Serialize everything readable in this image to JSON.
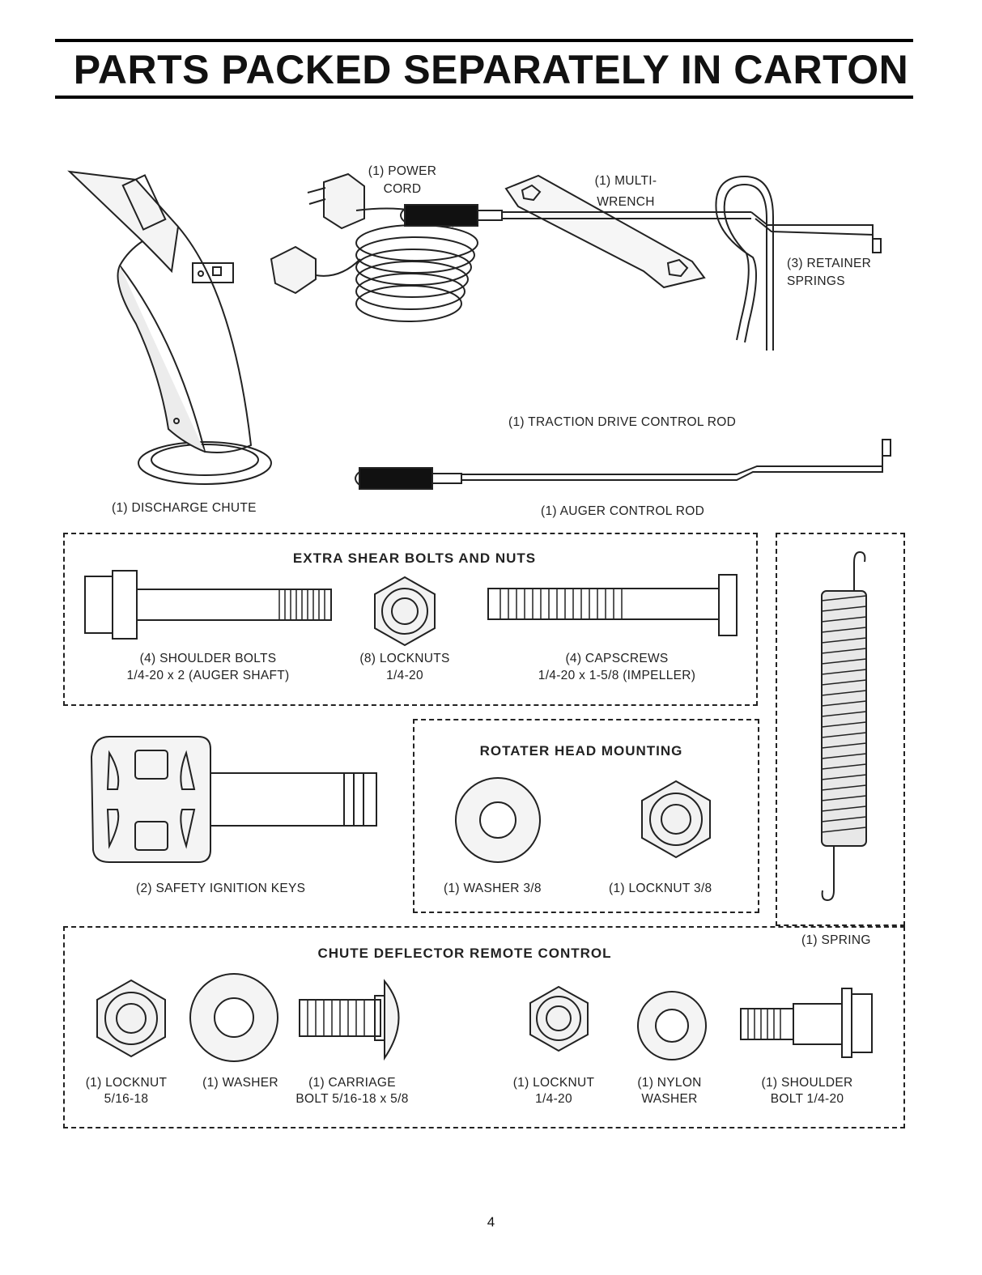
{
  "title": "PARTS PACKED SEPARATELY IN CARTON",
  "page_number": "4",
  "top_parts": {
    "power_cord": [
      "(1) POWER",
      "CORD"
    ],
    "multi_wrench": [
      "(1) MULTI-",
      "WRENCH"
    ],
    "retainer_springs": [
      "(3) RETAINER",
      "SPRINGS"
    ],
    "traction_rod": "(1) TRACTION DRIVE CONTROL ROD",
    "discharge_chute": "(1) DISCHARGE CHUTE",
    "auger_rod": "(1) AUGER CONTROL ROD"
  },
  "extra_shear": {
    "heading": "EXTRA SHEAR BOLTS AND NUTS",
    "shoulder_bolts": [
      "(4) SHOULDER BOLTS",
      "1/4-20 x 2 (AUGER SHAFT)"
    ],
    "locknuts": [
      "(8) LOCKNUTS",
      "1/4-20"
    ],
    "capscrews": [
      "(4) CAPSCREWS",
      "1/4-20 x 1-5/8 (IMPELLER)"
    ]
  },
  "ignition_keys": "(2) SAFETY IGNITION KEYS",
  "rotater": {
    "heading": "ROTATER HEAD MOUNTING",
    "washer": "(1) WASHER  3/8",
    "locknut": "(1) LOCKNUT  3/8"
  },
  "spring": "(1) SPRING",
  "chute_deflector": {
    "heading": "CHUTE DEFLECTOR REMOTE CONTROL",
    "locknut_516": [
      "(1) LOCKNUT",
      "5/16-18"
    ],
    "washer": [
      "(1) WASHER"
    ],
    "carriage_bolt": [
      "(1) CARRIAGE",
      "BOLT  5/16-18 x 5/8"
    ],
    "locknut_14": [
      "(1) LOCKNUT",
      "1/4-20"
    ],
    "nylon_washer": [
      "(1) NYLON",
      "WASHER"
    ],
    "shoulder_bolt": [
      "(1) SHOULDER",
      "BOLT  1/4-20"
    ]
  }
}
